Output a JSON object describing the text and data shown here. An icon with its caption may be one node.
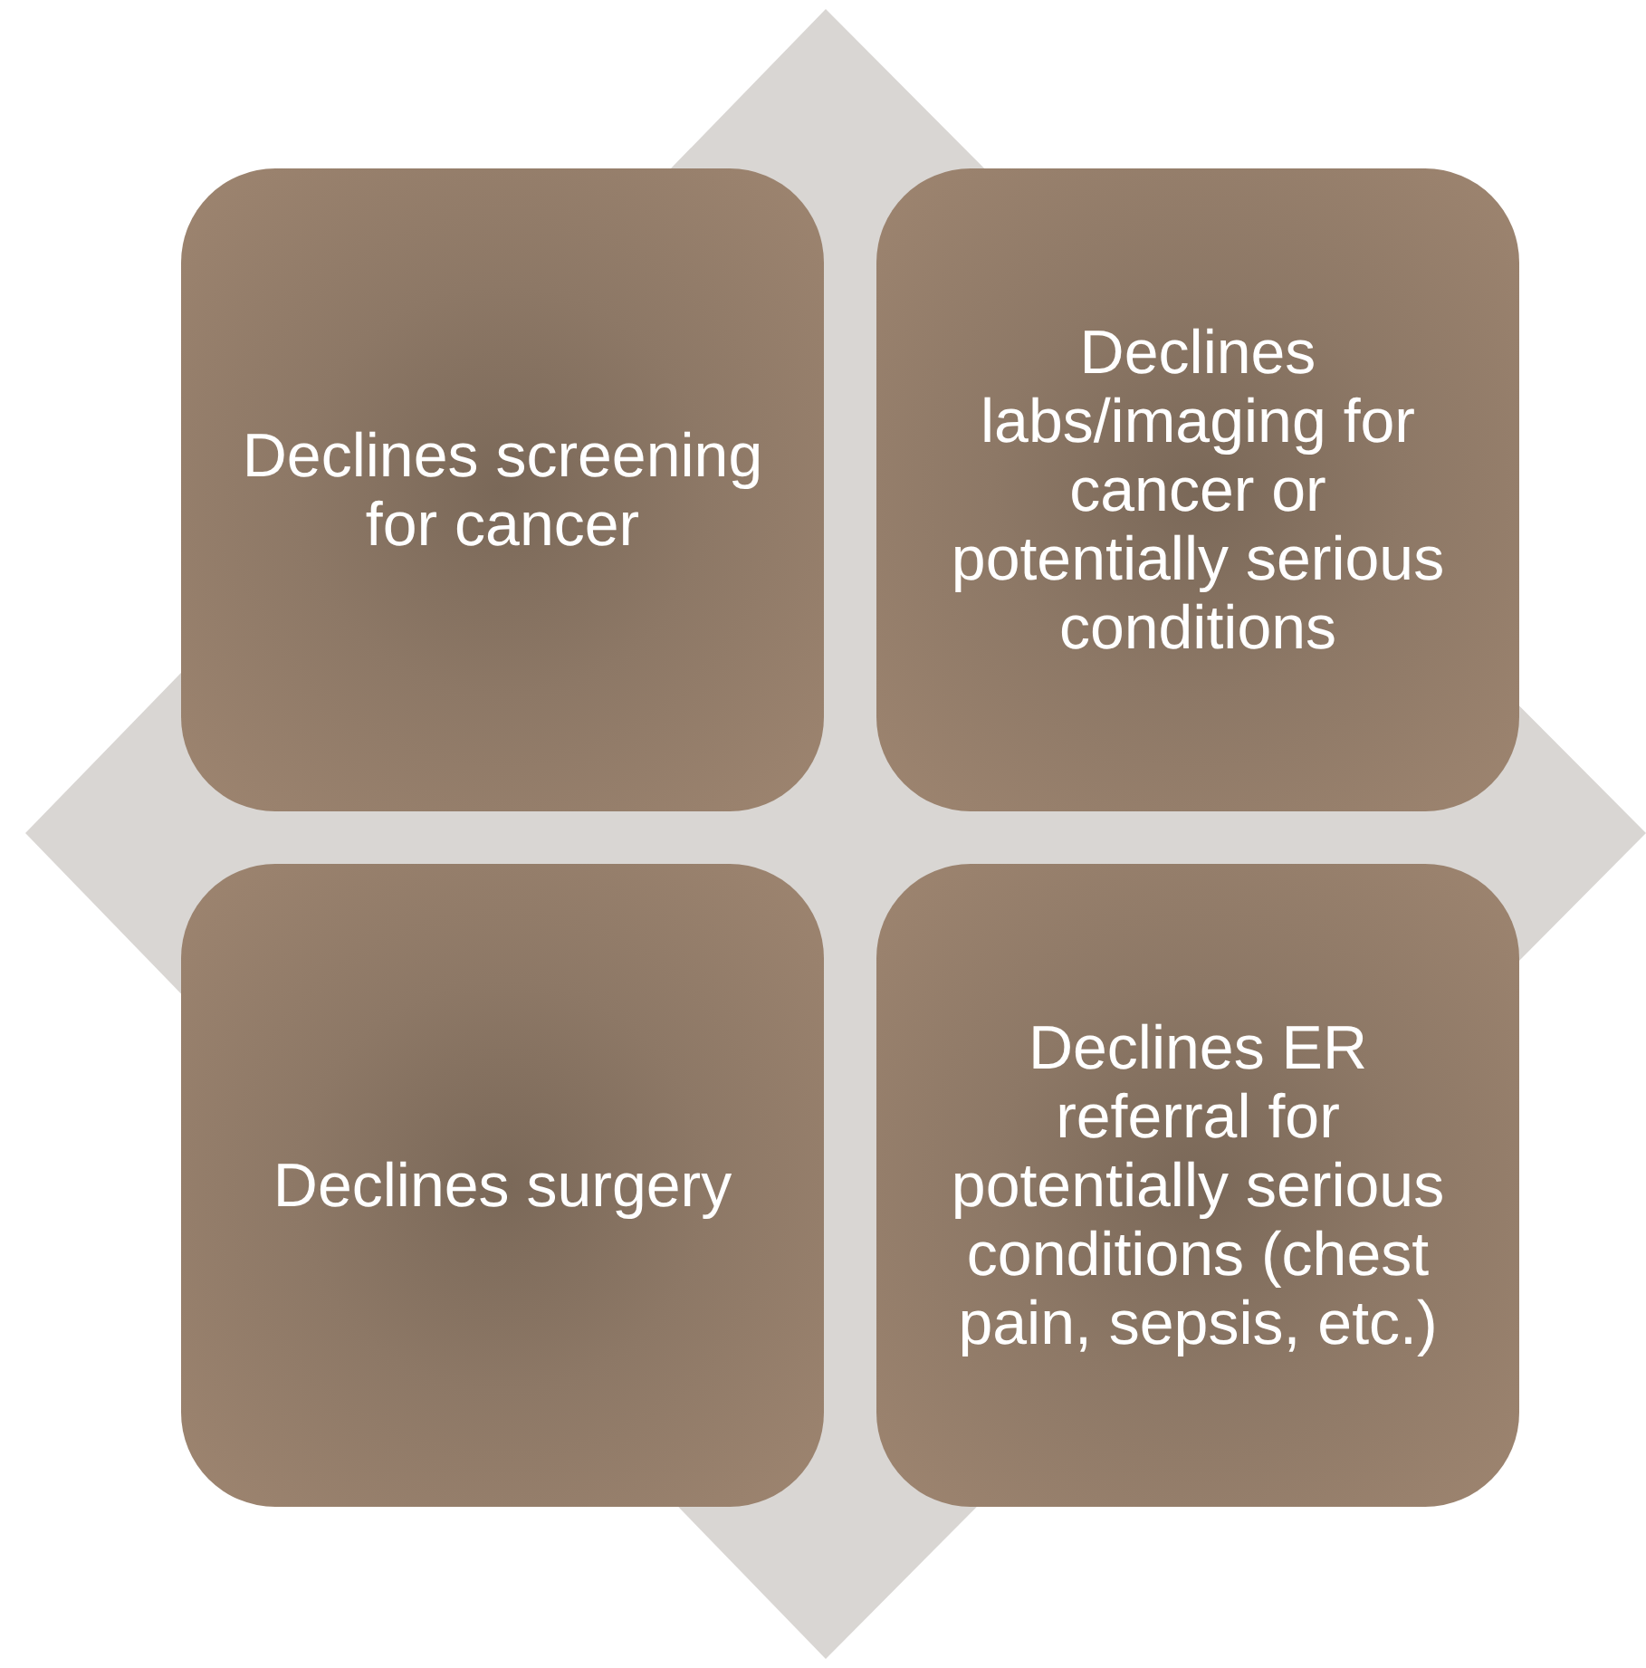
{
  "diagram": {
    "nodes": [
      {
        "text": [
          "Declines screening for cancer"
        ]
      },
      {
        "text": [
          "Declines labs/imaging for cancer or potentially serious conditions"
        ]
      },
      {
        "text": [
          "Declines surgery"
        ]
      },
      {
        "text": [
          "Declines ER referral for potentially serious conditions (chest pain, sepsis, etc.)"
        ]
      }
    ]
  }
}
